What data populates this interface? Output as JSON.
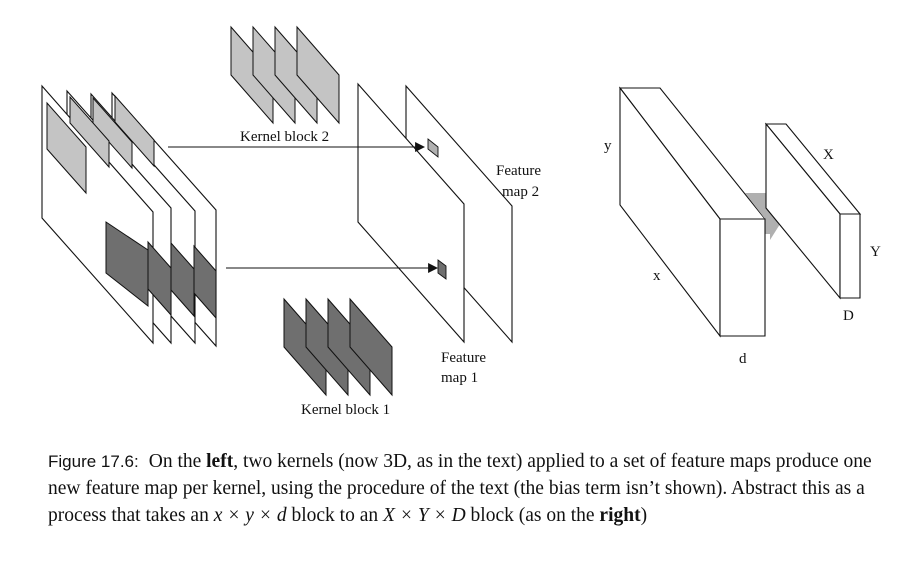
{
  "figure": {
    "labels": {
      "kernel_block_2": "Kernel block 2",
      "kernel_block_1": "Kernel block 1",
      "feature_map_2_line1": "Feature",
      "feature_map_2_line2": "map 2",
      "feature_map_1_line1": "Feature",
      "feature_map_1_line2": "map 1",
      "dim_y": "y",
      "dim_x": "x",
      "dim_d": "d",
      "dim_X": "X",
      "dim_Y": "Y",
      "dim_D": "D"
    },
    "colors": {
      "light_gray": "#c4c4c4",
      "dark_gray": "#6f6f6f",
      "arrow_gray": "#b0b0b0",
      "line": "#111111"
    }
  },
  "caption": {
    "number": "Figure 17.6:",
    "part1": "On the ",
    "bold_left": "left",
    "part2": ", two kernels (now 3D, as in the text) applied to a set of feature maps produce one new feature map per kernel, using the procedure of the text (the bias term isn’t shown). Abstract this as a process that takes an ",
    "math1": "x × y × d",
    "part3": " block to an ",
    "math2": "X × Y × D",
    "part4": " block (as on the ",
    "bold_right": "right",
    "part5": ")"
  }
}
